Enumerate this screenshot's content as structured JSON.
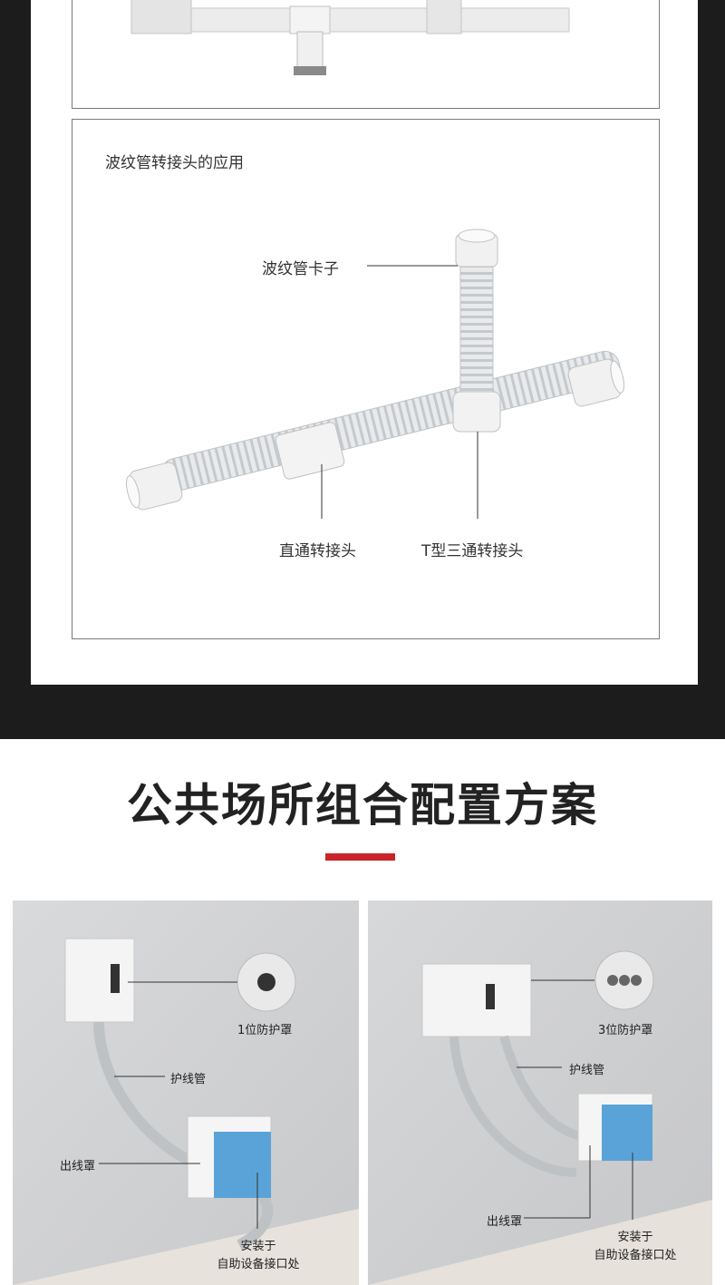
{
  "application_section": {
    "caption": "波纹管转接头的应用",
    "callouts": {
      "clip": "波纹管卡子",
      "straight": "直通转接头",
      "tee": "T型三通转接头"
    }
  },
  "config_section": {
    "title": "公共场所组合配置方案",
    "accent_color": "#c8242a",
    "left_panel": {
      "shield_label": "1位防护罩",
      "conduit_label": "护线管",
      "outlet_label": "出线罩",
      "install_note_line1": "安装于",
      "install_note_line2": "自助设备接口处"
    },
    "right_panel": {
      "shield_label": "3位防护罩",
      "conduit_label": "护线管",
      "outlet_label": "出线罩",
      "install_note_line1": "安装于",
      "install_note_line2": "自助设备接口处"
    }
  }
}
